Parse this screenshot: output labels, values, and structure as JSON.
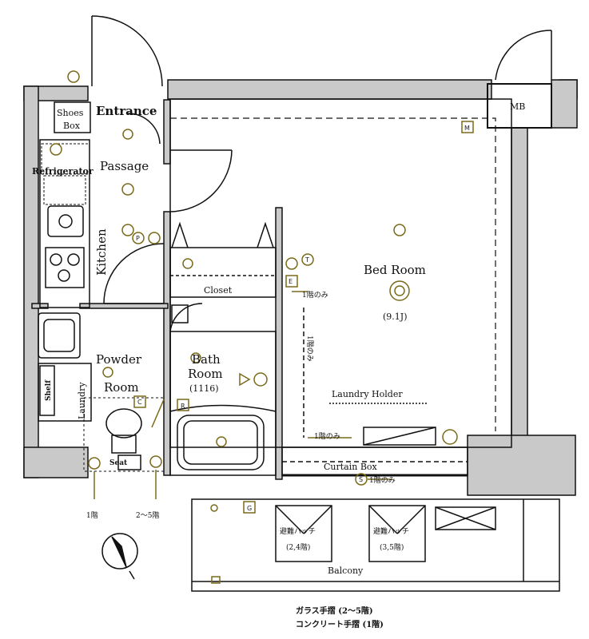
{
  "rooms": {
    "entrance": "Entrance",
    "shoes_box_1": "Shoes",
    "shoes_box_2": "Box",
    "passage": "Passage",
    "refrigerator": "Refrigerator",
    "kitchen": "Kitchen",
    "closet": "Closet",
    "bed_room": "Bed Room",
    "bed_room_size": "(9.1J)",
    "powder_room_1": "Powder",
    "powder_room_2": "Room",
    "bath_room_1": "Bath",
    "bath_room_2": "Room",
    "bath_room_size": "(1116)",
    "shelf": "Shelf",
    "laundry": "Laundry",
    "laundry_holder": "Laundry Holder",
    "curtain_box": "Curtain Box",
    "balcony": "Balcony",
    "mb": "MB",
    "seat": "Seat"
  },
  "notes": {
    "floor1_only_a": "1階のみ",
    "floor1_only_vertical": "1階のみ",
    "floor1_only_b": "1階のみ",
    "floor1_only_c": "1階のみ",
    "floor1": "1階",
    "floor2_5": "2～5階",
    "hatch_left_1": "避難ハッチ",
    "hatch_left_2": "(2,4階)",
    "hatch_right_1": "避難ハッチ",
    "hatch_right_2": "(3,5階)",
    "rail_glass": "ガラス手摺 (2～5階)",
    "rail_concrete": "コンクリート手摺 (1階)"
  },
  "symbols": {
    "C": "C",
    "R": "R",
    "G": "G",
    "M": "M",
    "S": "S",
    "T": "T",
    "E": "E",
    "P": "P"
  },
  "colors": {
    "wall": "#c9c9c9",
    "line": "#111111",
    "fixture": "#7a6a1a"
  }
}
